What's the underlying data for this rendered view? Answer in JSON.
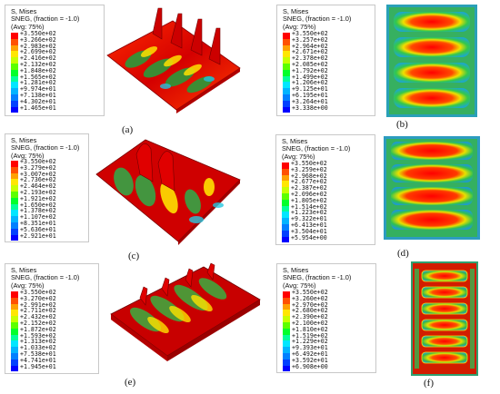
{
  "colors": [
    "#0000ff",
    "#0040ff",
    "#0080ff",
    "#00b4ff",
    "#00e6ff",
    "#00ff9a",
    "#00ff2a",
    "#5cff00",
    "#c8ff00",
    "#ffe600",
    "#ffa000",
    "#ff5000",
    "#ff0000"
  ],
  "panels": [
    {
      "label": "(a)",
      "legend": {
        "title": "S, Mises",
        "subtitle": "SNEG, (fraction = -1.0)",
        "avg": "(Avg: 75%)",
        "values": [
          "+3.550e+02",
          "+3.266e+02",
          "+2.983e+02",
          "+2.699e+02",
          "+2.416e+02",
          "+2.132e+02",
          "+1.848e+02",
          "+1.565e+02",
          "+1.281e+02",
          "+9.974e+01",
          "+7.138e+01",
          "+4.302e+01",
          "+1.465e+01"
        ]
      }
    },
    {
      "label": "(b)",
      "legend": {
        "title": "S, Mises",
        "subtitle": "SNEG, (fraction = -1.0)",
        "avg": "(Avg: 75%)",
        "values": [
          "+3.550e+02",
          "+3.257e+02",
          "+2.964e+02",
          "+2.671e+02",
          "+2.378e+02",
          "+2.085e+02",
          "+1.792e+02",
          "+1.499e+02",
          "+1.206e+02",
          "+9.125e+01",
          "+6.195e+01",
          "+3.264e+01",
          "+3.338e+00"
        ]
      }
    },
    {
      "label": "(c)",
      "legend": {
        "title": "S, Mises",
        "subtitle": "SNEG, (fraction = -1.0)",
        "avg": "(Avg: 75%)",
        "values": [
          "+3.550e+02",
          "+3.279e+02",
          "+3.007e+02",
          "+2.736e+02",
          "+2.464e+02",
          "+2.193e+02",
          "+1.921e+02",
          "+1.650e+02",
          "+1.378e+02",
          "+1.107e+02",
          "+8.351e+01",
          "+5.636e+01",
          "+2.921e+01"
        ]
      }
    },
    {
      "label": "(d)",
      "legend": {
        "title": "S, Mises",
        "subtitle": "SNEG, (fraction = -1.0)",
        "avg": "(Avg: 75%)",
        "values": [
          "+3.550e+02",
          "+3.259e+02",
          "+2.968e+02",
          "+2.677e+02",
          "+2.387e+02",
          "+2.096e+02",
          "+1.805e+02",
          "+1.514e+02",
          "+1.223e+02",
          "+9.322e+01",
          "+6.413e+01",
          "+3.504e+01",
          "+5.954e+00"
        ]
      }
    },
    {
      "label": "(e)",
      "legend": {
        "title": "S, Mises",
        "subtitle": "SNEG, (fraction = -1.0)",
        "avg": "(Avg: 75%)",
        "values": [
          "+3.550e+02",
          "+3.270e+02",
          "+2.991e+02",
          "+2.711e+02",
          "+2.432e+02",
          "+2.152e+02",
          "+1.872e+02",
          "+1.593e+02",
          "+1.313e+02",
          "+1.033e+02",
          "+7.538e+01",
          "+4.741e+01",
          "+1.945e+01"
        ]
      }
    },
    {
      "label": "(f)",
      "legend": {
        "title": "S, Mises",
        "subtitle": "SNEG, (fraction = -1.0)",
        "avg": "(Avg: 75%)",
        "values": [
          "+3.550e+02",
          "+3.260e+02",
          "+2.970e+02",
          "+2.680e+02",
          "+2.390e+02",
          "+2.100e+02",
          "+1.810e+02",
          "+1.519e+02",
          "+1.229e+02",
          "+9.393e+01",
          "+6.492e+01",
          "+3.592e+01",
          "+6.908e+00"
        ]
      }
    }
  ]
}
